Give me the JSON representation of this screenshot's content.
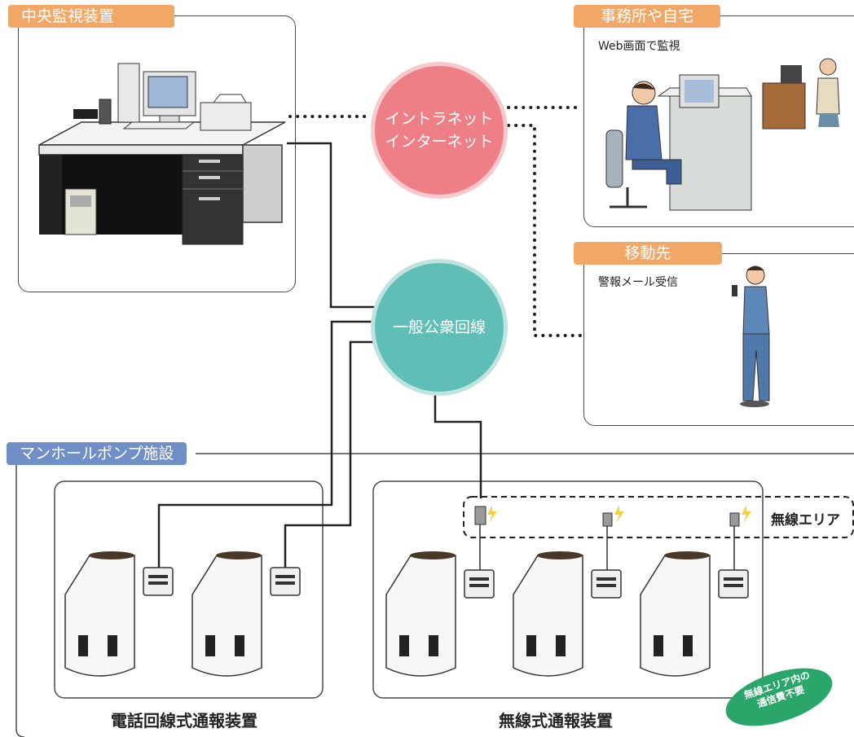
{
  "central": {
    "title": "中央監視装置"
  },
  "office": {
    "title": "事務所や自宅",
    "caption": "Web画面で監視"
  },
  "mobile": {
    "title": "移動先",
    "caption": "警報メール受信"
  },
  "network": {
    "line1": "イントラネット",
    "line2": "インターネット"
  },
  "public_line": {
    "label": "一般公衆回線"
  },
  "facility": {
    "title": "マンホールポンプ施設",
    "wired_label": "電話回線式通報装置",
    "wireless_label": "無線式通報装置",
    "wireless_area": "無線エリア",
    "badge_line1": "無線エリア内の",
    "badge_line2": "通信費不要"
  },
  "colors": {
    "orange": "#f1a766",
    "blue": "#6f8fc6",
    "pink": "#ee7f86",
    "teal": "#5fbfb6",
    "green": "#2aa66a"
  }
}
